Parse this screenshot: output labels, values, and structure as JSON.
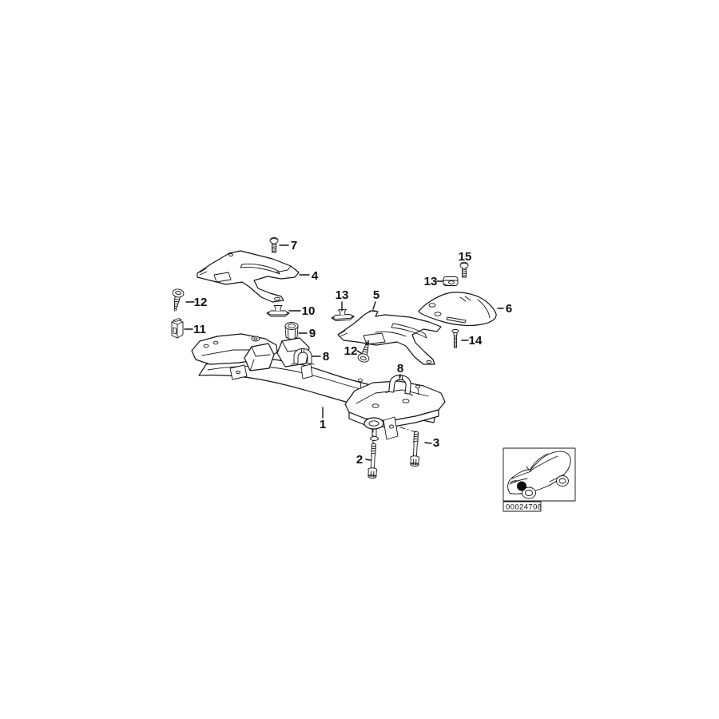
{
  "diagram": {
    "code": "00024708",
    "ink_color": "#141414",
    "background_color": "#ffffff",
    "callouts": [
      {
        "label": "7"
      },
      {
        "label": "4"
      },
      {
        "label": "12"
      },
      {
        "label": "10"
      },
      {
        "label": "11"
      },
      {
        "label": "9"
      },
      {
        "label": "8"
      },
      {
        "label": "13"
      },
      {
        "label": "5"
      },
      {
        "label": "15"
      },
      {
        "label": "13"
      },
      {
        "label": "6"
      },
      {
        "label": "14"
      },
      {
        "label": "12"
      },
      {
        "label": "8"
      },
      {
        "label": "1"
      },
      {
        "label": "2"
      },
      {
        "label": "3"
      }
    ]
  }
}
